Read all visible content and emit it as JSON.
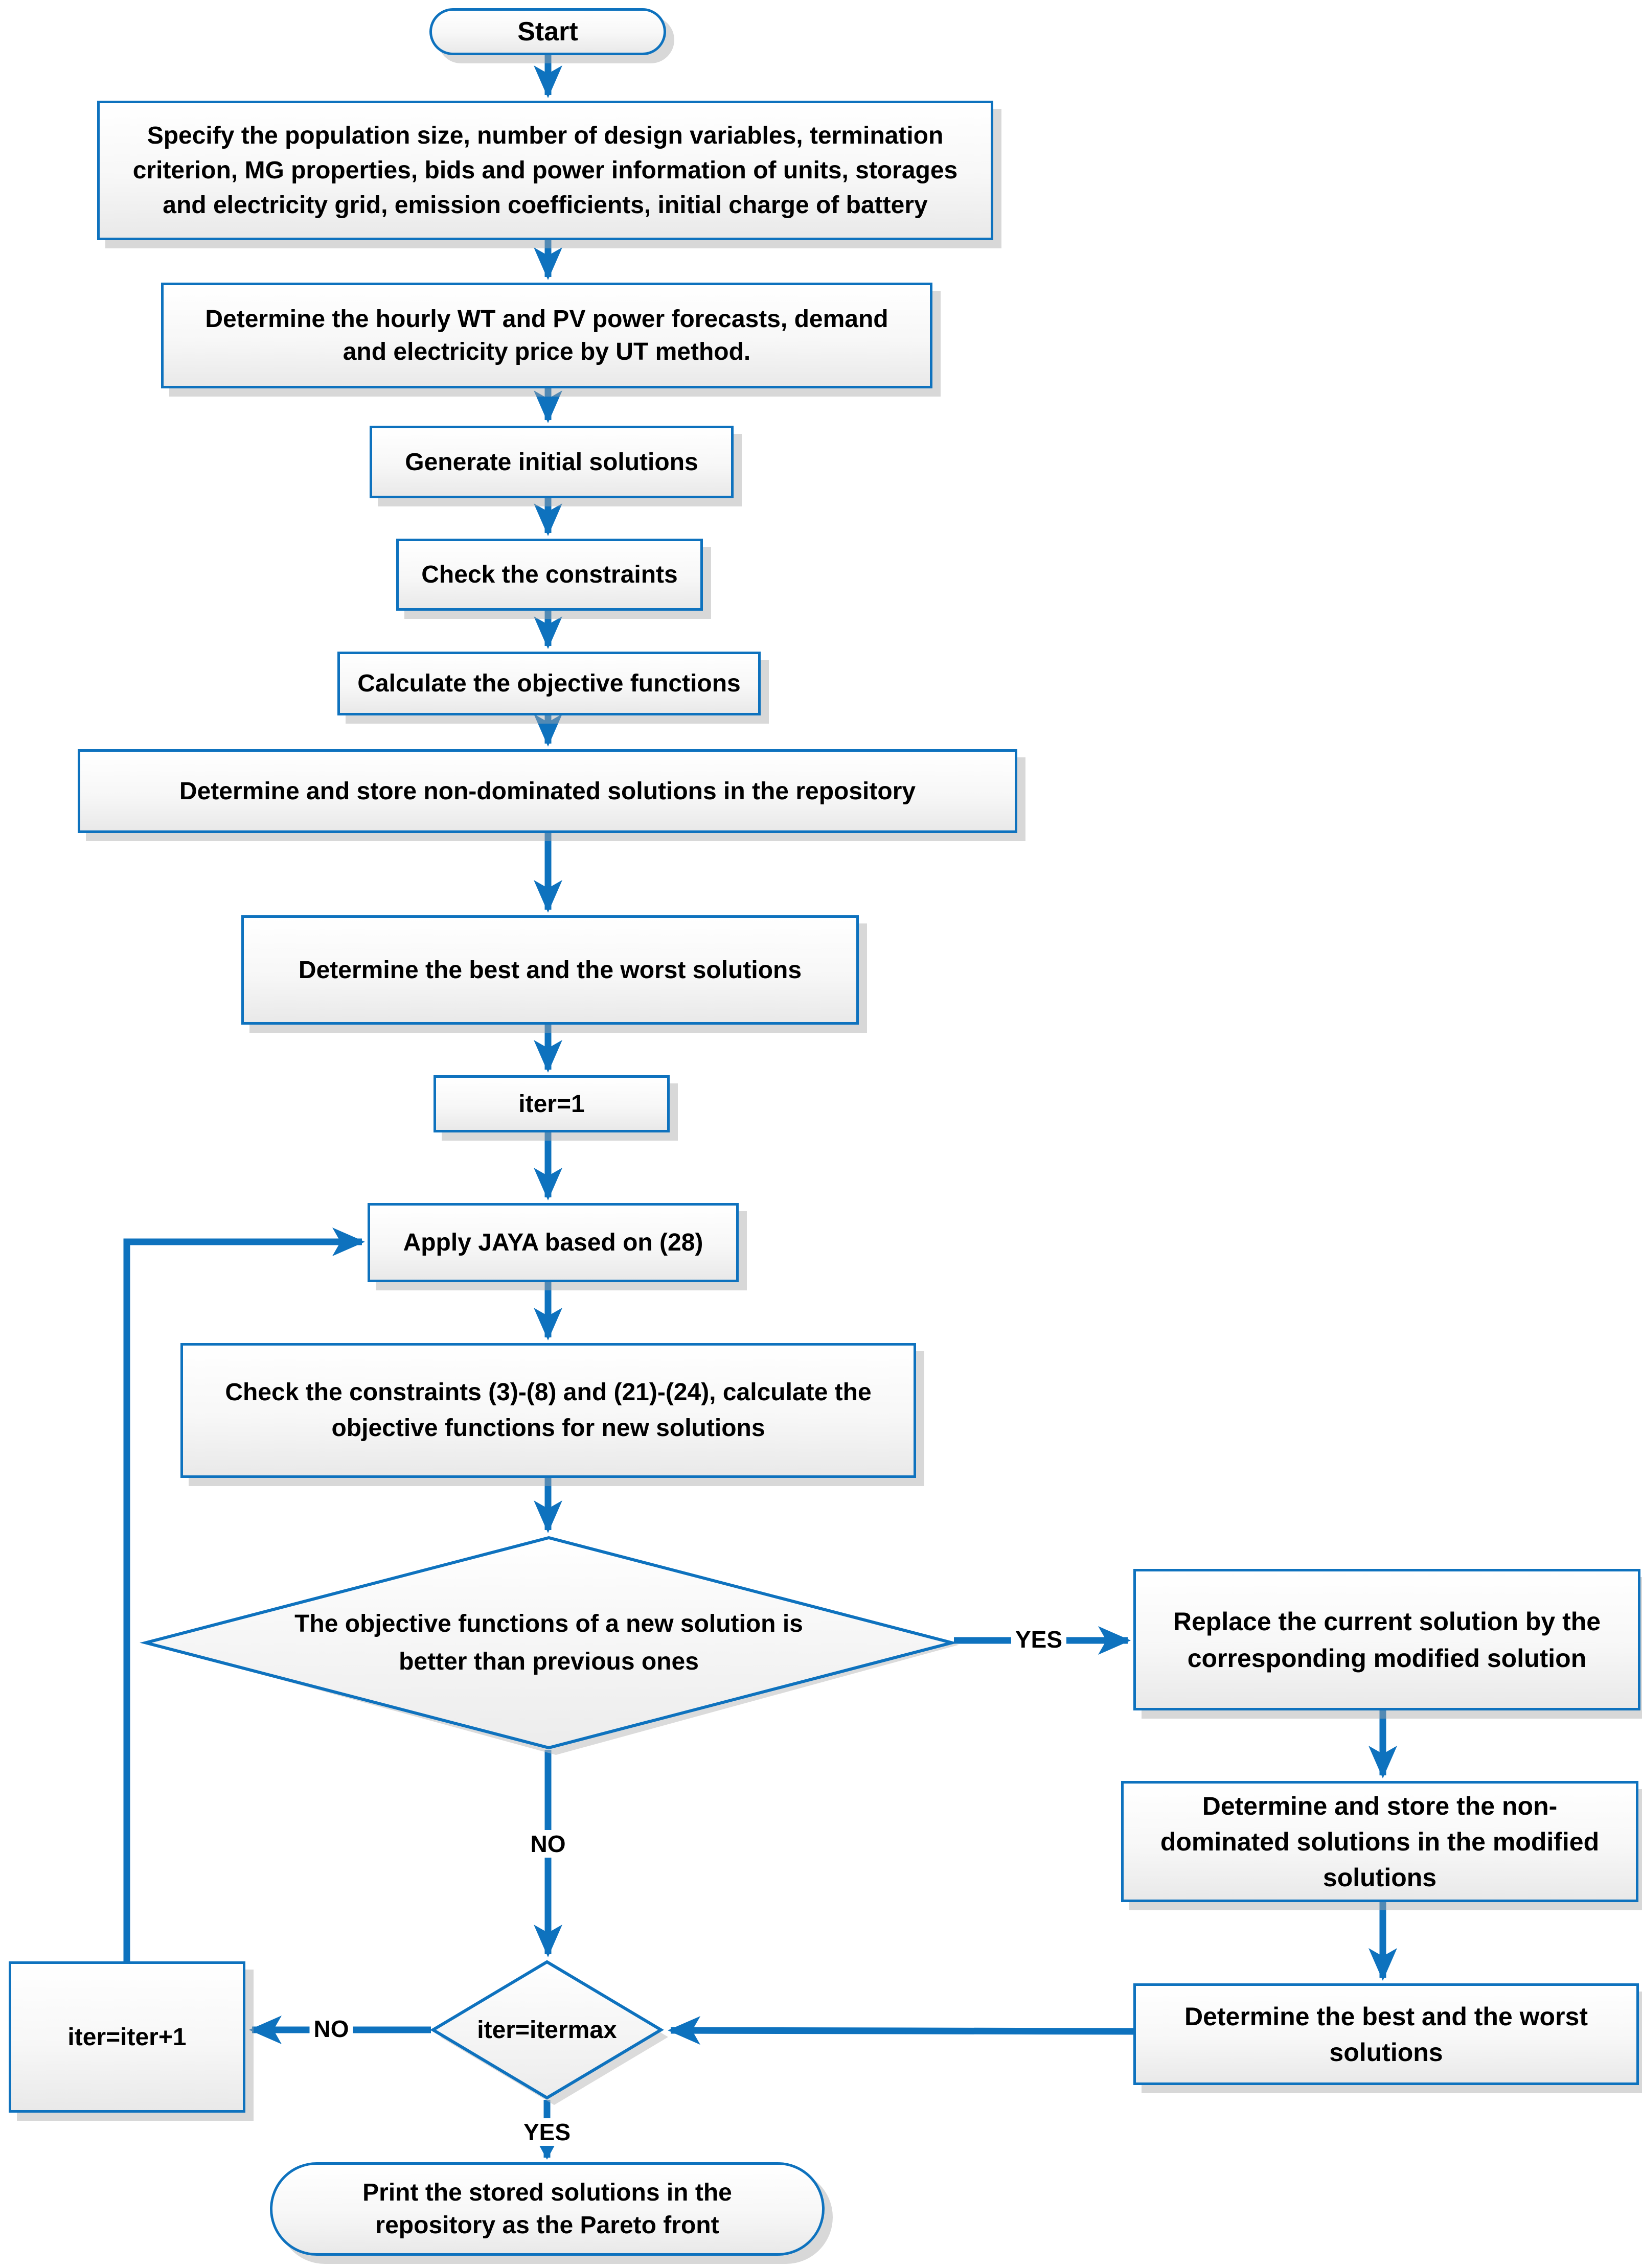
{
  "colors": {
    "accent_blue": "#0E72BE",
    "shadow_gray": "#A8A8A8",
    "node_fill_top": "#FFFFFF",
    "node_fill_bottom": "#E9E9E9",
    "text": "#000000"
  },
  "nodes": {
    "start": {
      "label": "Start"
    },
    "specify": {
      "label": "Specify the population size, number of design variables, termination criterion, MG properties, bids and power information of units, storages and electricity grid, emission coefficients, initial charge of battery"
    },
    "forecast": {
      "label": "Determine the hourly WT and PV power forecasts, demand and electricity price by UT method."
    },
    "generate": {
      "label": "Generate initial solutions"
    },
    "check_constraints": {
      "label": "Check the constraints"
    },
    "calculate_objectives": {
      "label": "Calculate the objective functions"
    },
    "store_repository": {
      "label": "Determine and store non-dominated solutions in the repository"
    },
    "best_worst_1": {
      "label": "Determine the best and the worst solutions"
    },
    "iter_init": {
      "label": "iter=1"
    },
    "apply_jaya": {
      "label": "Apply JAYA based on (28)"
    },
    "check_constraints_2": {
      "label": "Check the constraints (3)-(8) and (21)-(24), calculate the objective functions for new solutions"
    },
    "decision_better": {
      "label": "The objective functions of a new solution is better than previous ones"
    },
    "replace_solution": {
      "label": "Replace the current solution by the corresponding modified solution"
    },
    "store_modified": {
      "label": "Determine and store the non-dominated solutions in the modified solutions"
    },
    "best_worst_2": {
      "label": "Determine the best and the worst solutions"
    },
    "decision_itermax": {
      "label": "iter=itermax"
    },
    "iter_increment": {
      "label": "iter=iter+1"
    },
    "print_pareto": {
      "label": "Print the stored solutions in the repository as the Pareto front"
    }
  },
  "labels": {
    "yes_right": "YES",
    "no_down": "NO",
    "no_left": "NO",
    "yes_down": "YES"
  }
}
